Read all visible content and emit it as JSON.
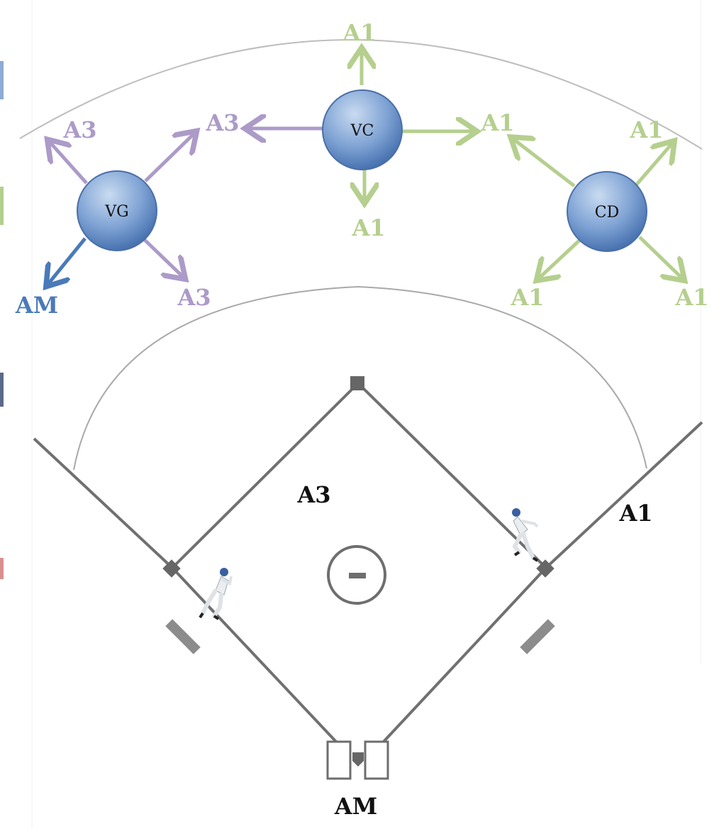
{
  "colors": {
    "outfield_arc": "#b9b9b9",
    "field_line": "#6b6b6b",
    "base": "#666666",
    "node_fill_light": "#b7cdea",
    "node_fill_dark": "#4f7bb8",
    "a3_color": "#ac9ac8",
    "a1_color": "#b5cf8e",
    "am_color": "#4a7ab8",
    "infield_label": "#111111",
    "tab_blue": "#8eaad6",
    "tab_green": "#b5cf8e",
    "tab_navy": "#5a6a8a",
    "tab_red": "#d98f8f"
  },
  "nodes": {
    "vc": "VC",
    "vg": "VG",
    "cd": "CD"
  },
  "arrow_labels": {
    "vc_up": "A1",
    "vc_left": "A3",
    "vc_right": "A1",
    "vc_down": "A1",
    "vg_upleft": "A3",
    "vg_downleft": "AM",
    "vg_downright": "A3",
    "cd_upleft": "A1",
    "cd_upright": "A1",
    "cd_downleft": "A1",
    "cd_downright": "A1"
  },
  "infield_labels": {
    "third_base": "A3",
    "first_base": "A1",
    "home_plate": "AM"
  },
  "players": {
    "icon_name": "baserunner-icon"
  }
}
